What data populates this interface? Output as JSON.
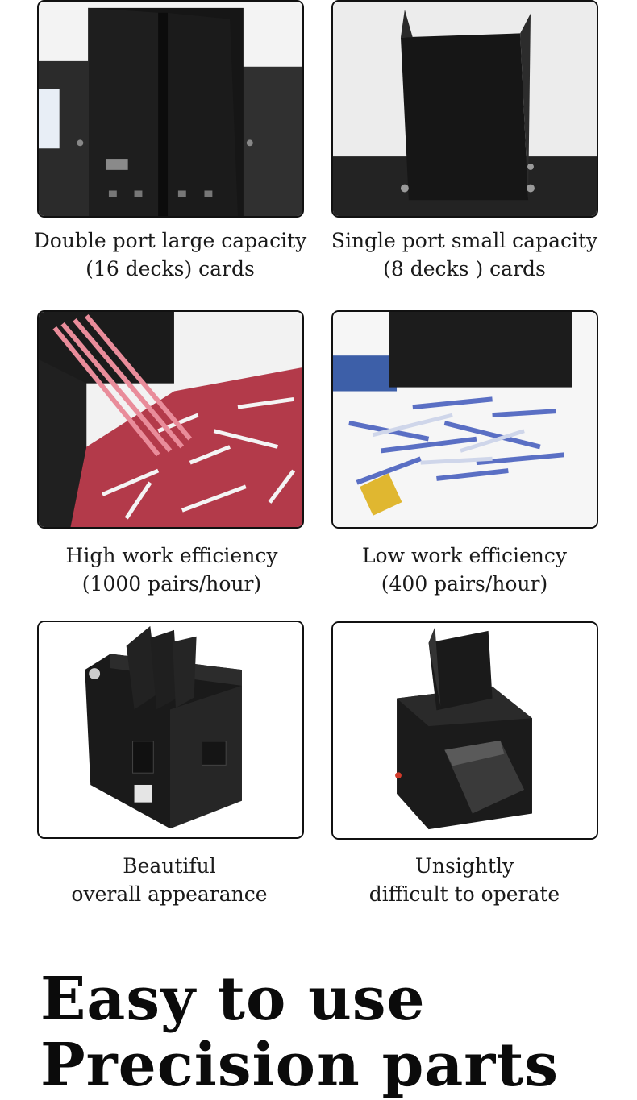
{
  "cards": [
    {
      "line1": "Double port large capacity",
      "line2": "(16 decks) cards"
    },
    {
      "line1": "Single port small capacity",
      "line2": "(8 decks ) cards"
    },
    {
      "line1": "High work efficiency",
      "line2": "(1000 pairs/hour)"
    },
    {
      "line1": "Low work efficiency",
      "line2": "(400 pairs/hour)"
    },
    {
      "line1": "Beautiful",
      "line2": "overall appearance"
    },
    {
      "line1": "Unsightly",
      "line2": "difficult to operate"
    }
  ],
  "headline": {
    "line1": "Easy to use",
    "line2": "Precision parts"
  }
}
